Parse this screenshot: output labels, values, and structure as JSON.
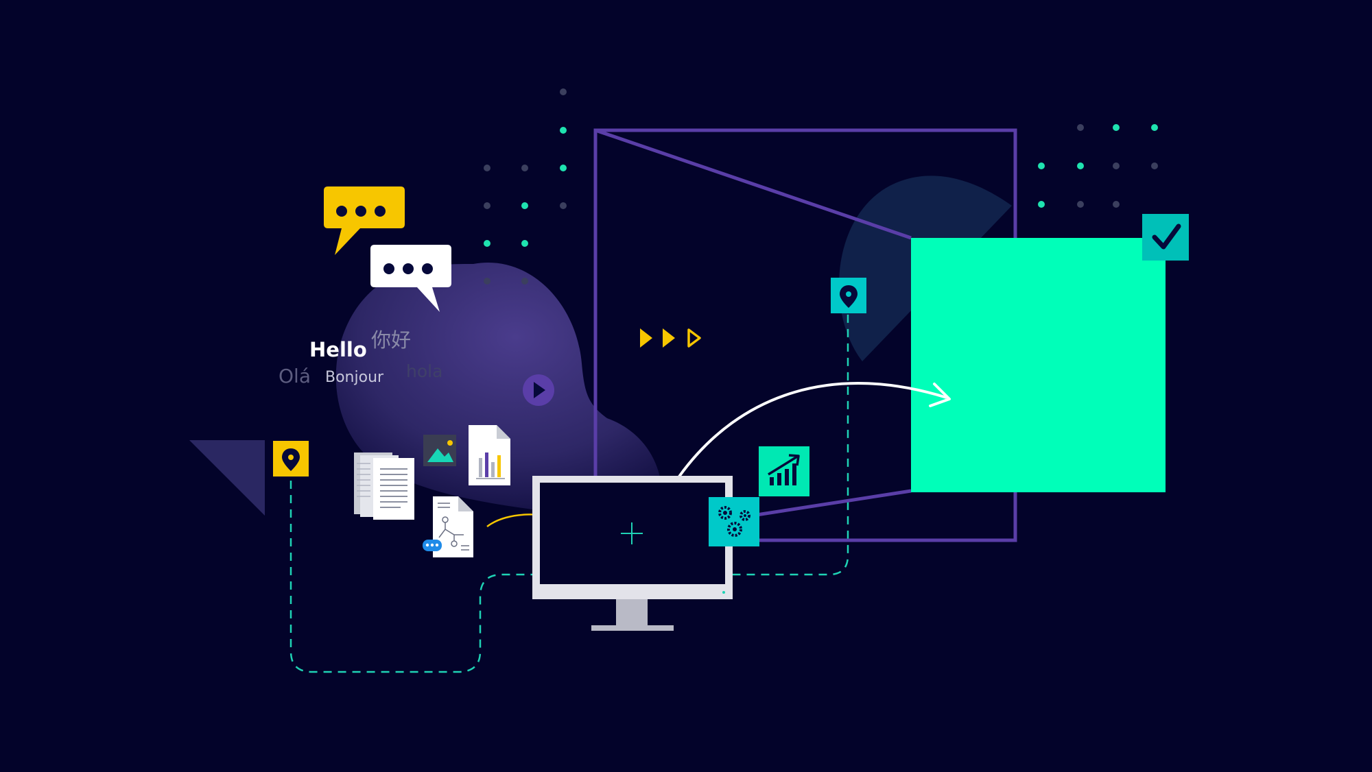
{
  "greetings": {
    "hello": "Hello",
    "nihao": "你好",
    "ola": "Olá",
    "bonjour": "Bonjour",
    "hola": "hola"
  },
  "colors": {
    "background": "#03032a",
    "accent_green": "#00ffb9",
    "accent_teal": "#00c9c9",
    "accent_yellow": "#f7c600",
    "accent_purple": "#5a3ea8",
    "dashed_line": "#1fd3b5"
  },
  "icons": [
    "chat-bubble-yellow-icon",
    "chat-bubble-white-icon",
    "play-icon",
    "location-pin-yellow-icon",
    "document-stack-icon",
    "image-file-icon",
    "chart-file-icon",
    "workflow-file-icon",
    "monitor-icon",
    "gears-icon",
    "growth-chart-icon",
    "location-pin-teal-icon",
    "fast-forward-arrows-icon",
    "checkmark-icon"
  ]
}
